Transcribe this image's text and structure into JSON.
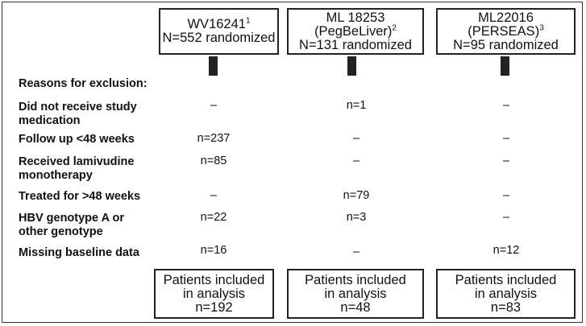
{
  "studies": [
    {
      "line1": "WV16241",
      "sup": "1",
      "line2": "",
      "line3": "N=552 randomized"
    },
    {
      "line1": "ML 18253",
      "sup": "",
      "line2": "(PegBeLiver)",
      "sup2": "2",
      "line3": "N=131 randomized"
    },
    {
      "line1": "ML22016",
      "sup": "",
      "line2": "(PERSEAS)",
      "sup2": "3",
      "line3": "N=95 randomized"
    }
  ],
  "reasons_header": "Reasons for exclusion:",
  "rows": [
    {
      "label1": "Did not receive study",
      "label2": "medication",
      "values": [
        "–",
        "n=1",
        "–"
      ]
    },
    {
      "label1": "Follow up <48 weeks",
      "label2": "",
      "values": [
        "n=237",
        "–",
        "–"
      ]
    },
    {
      "label1": "Received lamivudine",
      "label2": "monotherapy",
      "values": [
        "n=85",
        "–",
        "–"
      ]
    },
    {
      "label1": "Treated for >48 weeks",
      "label2": "",
      "values": [
        "–",
        "n=79",
        "–"
      ]
    },
    {
      "label1": "HBV genotype A or",
      "label2": "other genotype",
      "values": [
        "n=22",
        "n=3",
        "–"
      ]
    },
    {
      "label1": "Missing baseline data",
      "label2": "",
      "values": [
        "n=16",
        "–",
        "n=12"
      ]
    }
  ],
  "included": [
    {
      "line1": "Patients included",
      "line2": "in analysis",
      "line3": "n=192"
    },
    {
      "line1": "Patients included",
      "line2": "in analysis",
      "line3": "n=48"
    },
    {
      "line1": "Patients included",
      "line2": "in analysis",
      "line3": "n=83"
    }
  ]
}
